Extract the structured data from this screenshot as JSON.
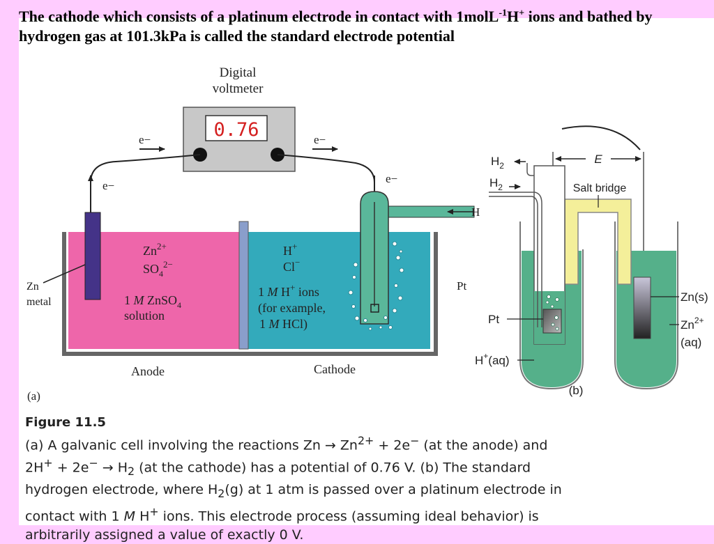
{
  "slide": {
    "title_a": "The cathode which consists of a platinum electrode in contact with 1molL",
    "title_sup1": "-1",
    "title_b": "H",
    "title_sup2": "+",
    "title_c": " ions and bathed by hydrogen gas at 101.3kPa is called the standard electrode potential",
    "background_color": "#ffccff"
  },
  "figure_a": {
    "voltmeter_label_1": "Digital",
    "voltmeter_label_2": "voltmeter",
    "reading": "0.76",
    "electron_label": "e−",
    "zn_metal_label_1": "Zn",
    "zn_metal_label_2": "metal",
    "zn_ion": "Zn",
    "zn_ion_charge": "2+",
    "so4_ion": "SO",
    "so4_sub": "4",
    "so4_charge": "2−",
    "anode_solution_1a": "1 ",
    "anode_solution_1b": "M",
    "anode_solution_1c": " ZnSO",
    "anode_solution_1d": "4",
    "anode_solution_2": "solution",
    "h_ion": "H",
    "h_ion_charge": "+",
    "cl_ion": "Cl",
    "cl_ion_charge": "−",
    "cathode_solution_1a": "1 ",
    "cathode_solution_1b": "M",
    "cathode_solution_1c": " H",
    "cathode_solution_1d": "+",
    "cathode_solution_1e": " ions",
    "cathode_solution_2": "(for example,",
    "cathode_solution_3a": "1 ",
    "cathode_solution_3b": "M",
    "cathode_solution_3c": " HCl)",
    "pt_label": "Pt",
    "anode_label": "Anode",
    "cathode_label": "Cathode",
    "panel_label": "(a)",
    "anode_color": "#ee66aa",
    "cathode_color": "#33aabb",
    "electrode_color": "#443388"
  },
  "figure_b": {
    "h2_out_a": "H",
    "h2_out_b": "2",
    "h2_in_a": "H",
    "h2_in_b": "2",
    "e_label": "E",
    "salt_bridge_label": "Salt bridge",
    "pt_label": "Pt",
    "zns_label": "Zn(s)",
    "zn_ion_a": "Zn",
    "zn_ion_b": "2+",
    "zn_ion_c": "(aq)",
    "h_aq_a": "H",
    "h_aq_b": "+",
    "h_aq_c": "(aq)",
    "panel_label": "(b)",
    "solution_color": "#55b08a",
    "salt_bridge_color": "#f4ef9a"
  },
  "caption": {
    "fig_title": "Figure 11.5",
    "line1a": "(a) A galvanic cell involving the reactions Zn → Zn",
    "line1b": "2+",
    "line1c": " + 2e",
    "line1d": "−",
    "line1e": " (at the anode) and",
    "line2a": "2H",
    "line2b": "+",
    "line2c": " + 2e",
    "line2d": "−",
    "line2e": " → H",
    "line2f": "2",
    "line2g": " (at the cathode) has a potential of 0.76 V. (b) The standard",
    "line3a": "hydrogen electrode, where H",
    "line3b": "2",
    "line3c": "(g) at 1 atm is passed over a platinum electrode in",
    "line4a": "contact with 1 ",
    "line4b": "M",
    "line4c": " H",
    "line4d": "+",
    "line4e": " ions. This electrode process (assuming ideal behavior) is",
    "line5": "arbitrarily assigned a value of exactly 0 V."
  }
}
